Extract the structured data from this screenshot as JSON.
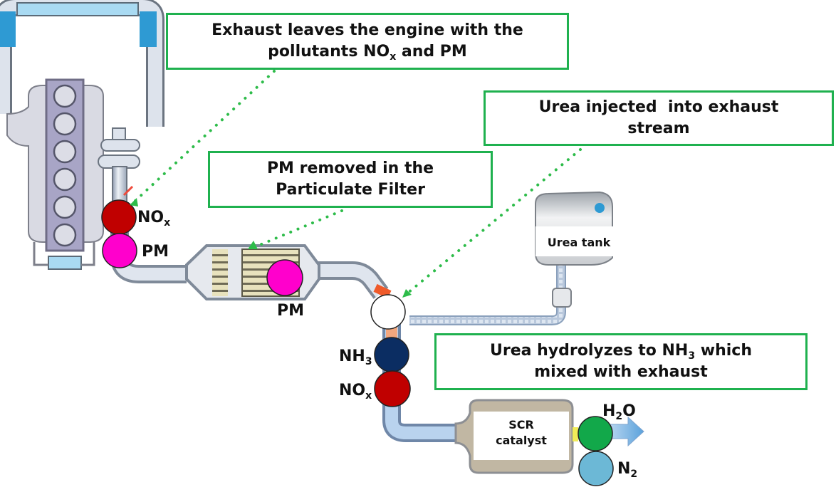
{
  "title": "Urea SCR exhaust aftertreatment process",
  "colors": {
    "callout_border": "#1fb14f",
    "pointer_dots": "#2ebc4a",
    "nox": "#c00000",
    "pm": "#ff00cc",
    "nh3": "#0b2d62",
    "urea_droplet": "#ffffff",
    "h2o": "#12a84a",
    "n2": "#6cb8d6",
    "pipe": "#c9d3e0",
    "coolant": "#a9daf2"
  },
  "callouts": {
    "exhaust": {
      "line1": "Exhaust leaves the engine with the",
      "line2_pre": "pollutants NO",
      "line2_sub": "x",
      "line2_post": " and PM"
    },
    "urea_injected": {
      "line1": "Urea injected  into exhaust",
      "line2": "stream"
    },
    "pm_removed": {
      "line1": "PM removed in the",
      "line2": "Particulate Filter"
    },
    "hydrolyzes": {
      "line1_pre": "Urea hydrolyzes to NH",
      "line1_sub": "3",
      "line1_post": " which",
      "line2": "mixed with exhaust"
    }
  },
  "labels": {
    "nox_engine": {
      "text": "NO",
      "sub": "x"
    },
    "pm_engine": {
      "text": "PM"
    },
    "pm_filter": {
      "text": "PM"
    },
    "nh3": {
      "text": "NH",
      "sub": "3"
    },
    "nox_scr": {
      "text": "NO",
      "sub": "x"
    },
    "h2o": {
      "pre": "H",
      "sub": "2",
      "post": "O"
    },
    "n2": {
      "text": "N",
      "sub": "2"
    },
    "urea_tank": "Urea tank",
    "scr_line1": "SCR",
    "scr_line2": "catalyst"
  },
  "components": [
    "engine",
    "particulate-filter",
    "urea-injector",
    "urea-tank",
    "scr-catalyst",
    "exhaust-outlet"
  ]
}
